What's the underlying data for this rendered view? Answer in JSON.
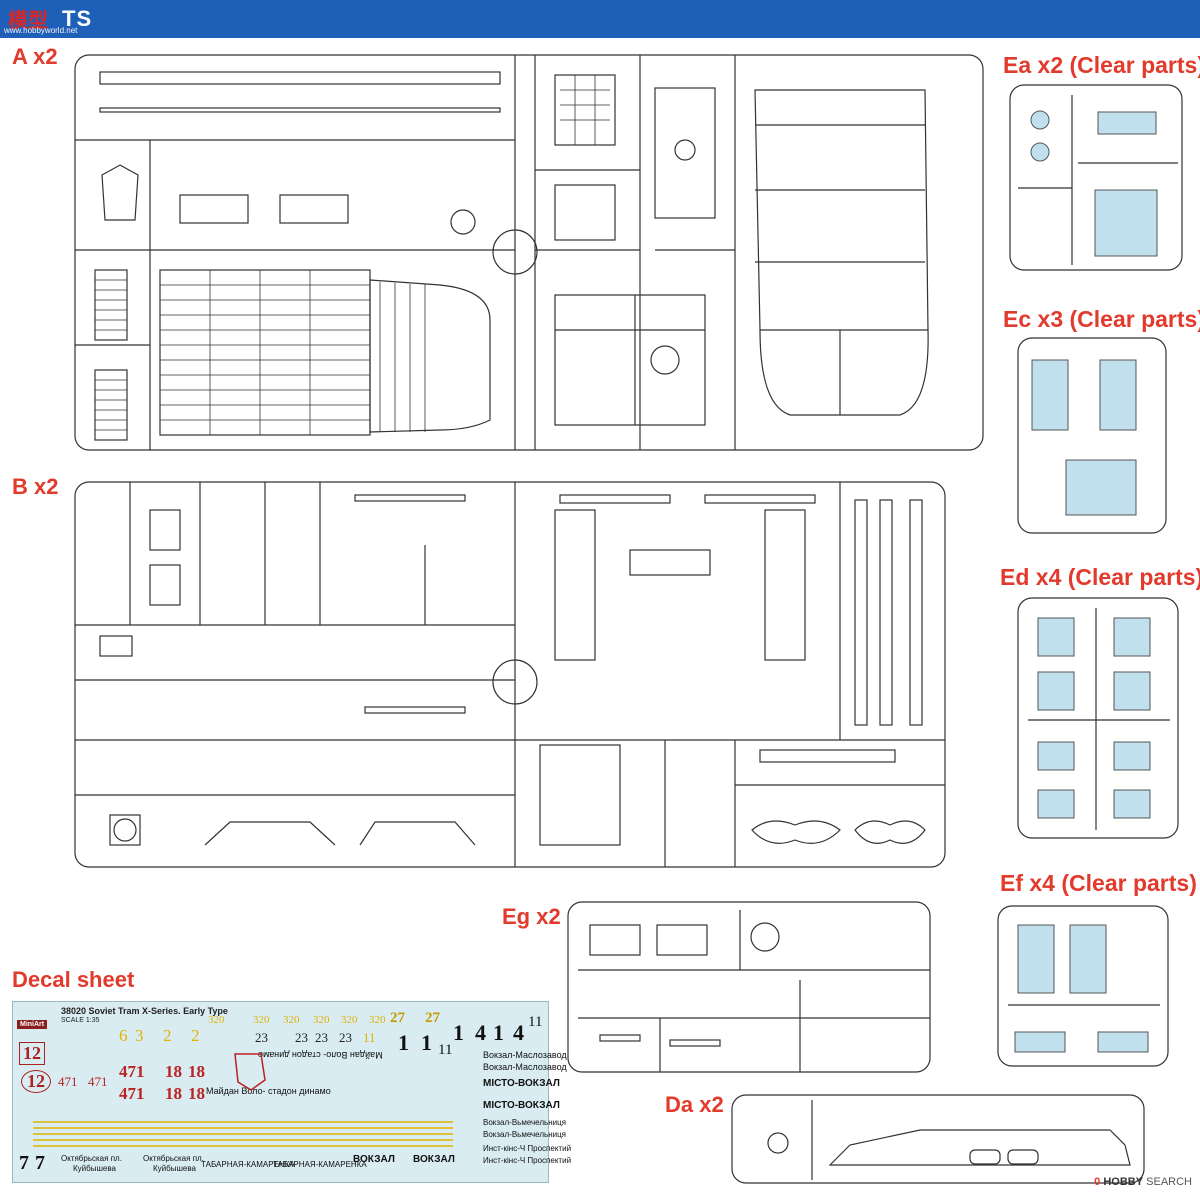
{
  "header": {
    "title": "TS",
    "logo_text": "模型",
    "logo_sub": "www.hobbyworld.net"
  },
  "sprue_labels": {
    "A": "A x2",
    "B": "B x2",
    "Ea": "Ea x2 (Clear parts)",
    "Ec": "Ec x3 (Clear parts)",
    "Ed": "Ed x4 (Clear parts)",
    "Ef": "Ef x4 (Clear parts)",
    "Eg": "Eg x2",
    "Da": "Da x2",
    "decal": "Decal sheet"
  },
  "decal_sheet": {
    "header": "38020 Soviet Tram X-Series. Early Type",
    "brand": "MiniArt",
    "scale": "SCALE 1:35",
    "numbers_yellow": [
      "320",
      "320",
      "320",
      "320",
      "320",
      "320"
    ],
    "numbers_mixed": [
      "6",
      "3",
      "2",
      "2",
      "23",
      "23",
      "23",
      "23",
      "11",
      "27",
      "27"
    ],
    "big_numbers": [
      "1",
      "1",
      "4",
      "4",
      "1",
      "1",
      "11",
      "11"
    ],
    "red_numbers": [
      "471",
      "471",
      "471",
      "471",
      "18",
      "18",
      "18",
      "18"
    ],
    "route_texts": [
      "Вокзал-Маслозавод",
      "Вокзал-Маслозавод",
      "МІСТО-ВОКЗАЛ",
      "МІСТО-ВОКЗАЛ",
      "Вокзал-Вьмечельниця",
      "Вокзал-Вьмечельниця",
      "Инст-кінс-Ч Проспектий",
      "Инст-кінс-Ч Проспектий"
    ],
    "bottom_texts": [
      "Октябрьская пл.",
      "Куйбышева",
      "Октябрьская пл.",
      "Куйбышева",
      "ТАБАРНАЯ-КАМАРЕНКА",
      "ТАБАРНАЯ-КАМАРЕНКА",
      "ВОКЗАЛ",
      "ВОКЗАЛ"
    ],
    "misc": [
      "Майдан Воло- стадон динамо",
      "Майдан Воло- стадон динамо",
      "12",
      "12",
      "7",
      "7"
    ]
  },
  "footer": {
    "count": "0",
    "brand": "HOBBY",
    "brand2": "SEARCH"
  }
}
